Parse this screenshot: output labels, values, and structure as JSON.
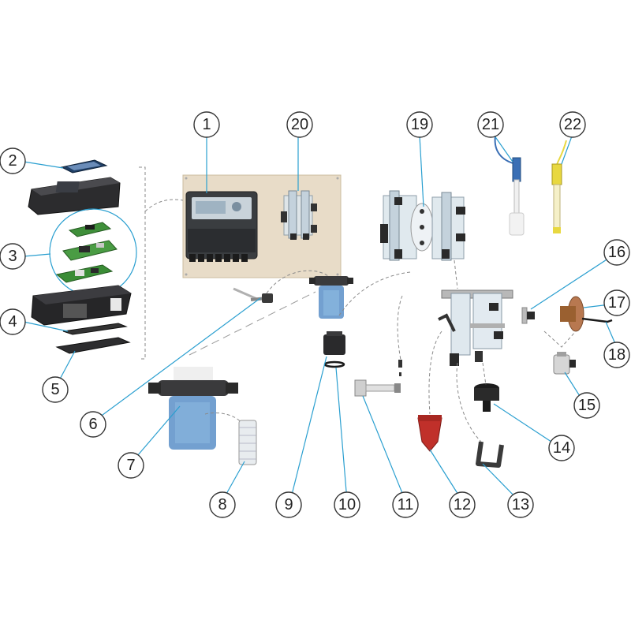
{
  "callouts": [
    {
      "label": "1"
    },
    {
      "label": "2"
    },
    {
      "label": "3"
    },
    {
      "label": "4"
    },
    {
      "label": "5"
    },
    {
      "label": "6"
    },
    {
      "label": "7"
    },
    {
      "label": "8"
    },
    {
      "label": "9"
    },
    {
      "label": "10"
    },
    {
      "label": "11"
    },
    {
      "label": "12"
    },
    {
      "label": "13"
    },
    {
      "label": "14"
    },
    {
      "label": "15"
    },
    {
      "label": "16"
    },
    {
      "label": "17"
    },
    {
      "label": "18"
    },
    {
      "label": "19"
    },
    {
      "label": "20"
    },
    {
      "label": "21"
    },
    {
      "label": "22"
    }
  ],
  "colors": {
    "leader": "#2a9fd0",
    "panel": "#e8dcc8",
    "housing_dark": "#2b2b2b",
    "pcb_green": "#3f8f3a",
    "filter_blue": "#5a8fc8",
    "probe_blue": "#3a6fb5",
    "probe_yellow": "#e8d840",
    "injector_red": "#c0302a",
    "copper": "#b87850"
  }
}
